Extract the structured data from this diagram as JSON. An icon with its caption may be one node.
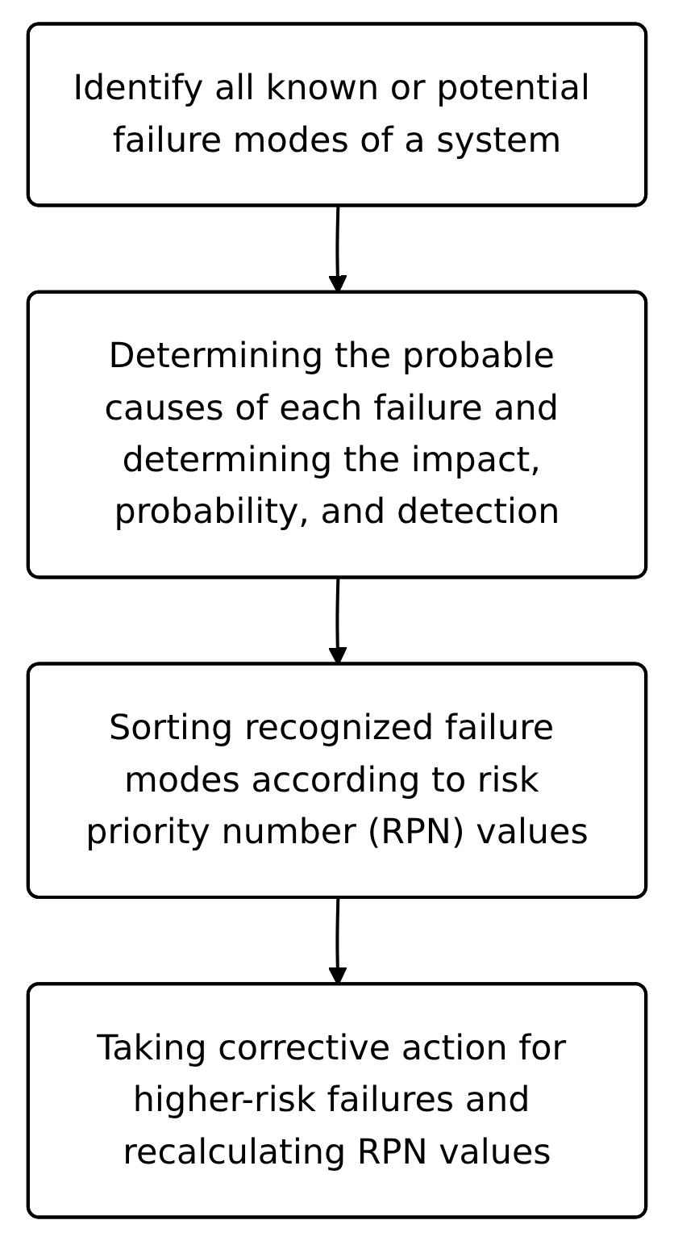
{
  "diagram": {
    "nodes": [
      {
        "text": [
          "Identify all known or potential failure modes of a system"
        ]
      },
      {
        "text": [
          "Determining the probable causes of each failure and determining the impact, probability, and detection"
        ]
      },
      {
        "text": [
          "Sorting recognized failure modes according to risk priority number (RPN) values"
        ]
      },
      {
        "text": [
          "Taking corrective action for higher-risk failures and recalculating RPN values"
        ]
      }
    ],
    "edges": [
      {
        "from": 0,
        "to": 1,
        "arrow": "to"
      },
      {
        "from": 1,
        "to": 2,
        "arrow": "to"
      },
      {
        "from": 2,
        "to": 3,
        "arrow": "to"
      }
    ]
  }
}
